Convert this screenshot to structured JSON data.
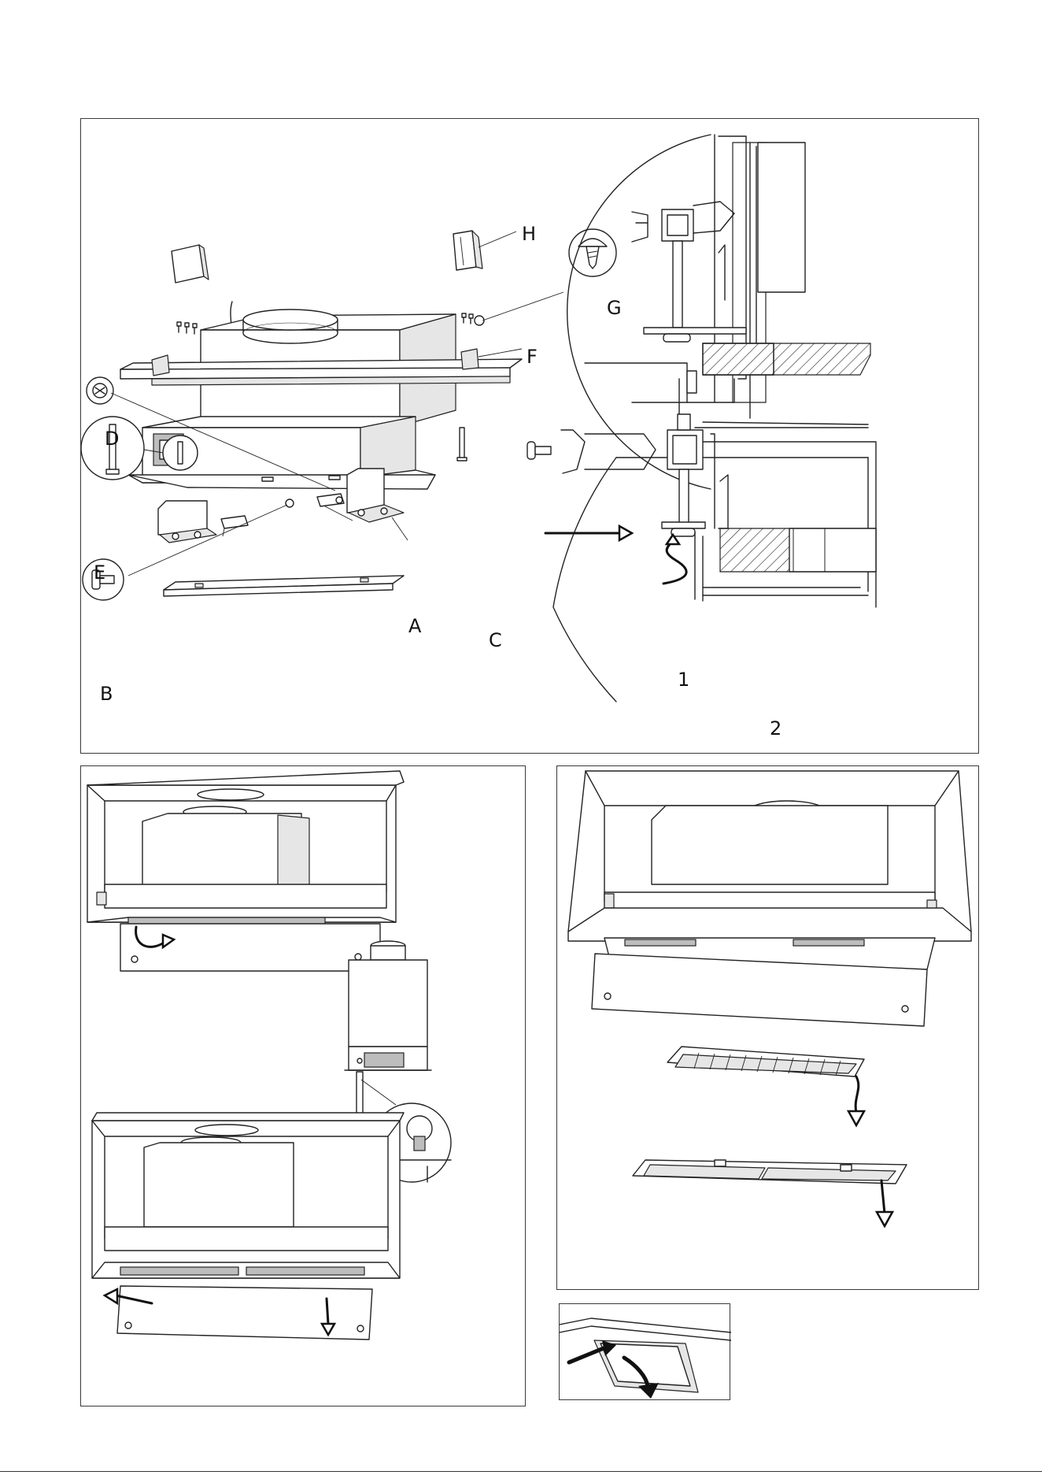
{
  "top_panel": {
    "labels": {
      "A": "A",
      "B": "B",
      "C": "C",
      "D": "D",
      "E": "E",
      "F": "F",
      "G": "G",
      "H": "H"
    },
    "steps": {
      "step1": "1",
      "step2": "2"
    }
  },
  "icons": [
    "screw-icon",
    "bolt-icon",
    "bracket-icon",
    "filter-icon",
    "arrow-icon",
    "curved-arrow-icon"
  ]
}
